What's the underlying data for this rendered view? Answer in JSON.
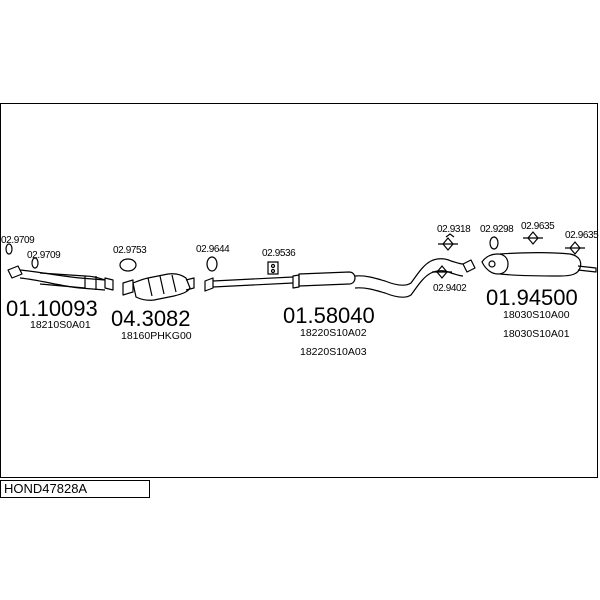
{
  "diagram_title": "HOND47828A",
  "parts": [
    {
      "id": "front-pipe",
      "code": "01.10093",
      "oem": [
        "18210S0A01"
      ]
    },
    {
      "id": "catalytic-converter",
      "code": "04.3082",
      "oem": [
        "18160PHKG00"
      ]
    },
    {
      "id": "middle-silencer",
      "code": "01.58040",
      "oem": [
        "18220S10A02",
        "18220S10A03"
      ]
    },
    {
      "id": "rear-silencer",
      "code": "01.94500",
      "oem": [
        "18030S10A00",
        "18030S10A01"
      ]
    }
  ],
  "accessories": [
    {
      "id": "a1",
      "code": "02.9709"
    },
    {
      "id": "a2",
      "code": "02.9709"
    },
    {
      "id": "a3",
      "code": "02.9753"
    },
    {
      "id": "a4",
      "code": "02.9644"
    },
    {
      "id": "a5",
      "code": "02.9536"
    },
    {
      "id": "a6",
      "code": "02.9318"
    },
    {
      "id": "a7",
      "code": "02.9298"
    },
    {
      "id": "a8",
      "code": "02.9635"
    },
    {
      "id": "a9",
      "code": "02.9635"
    },
    {
      "id": "a10",
      "code": "02.9402"
    }
  ]
}
